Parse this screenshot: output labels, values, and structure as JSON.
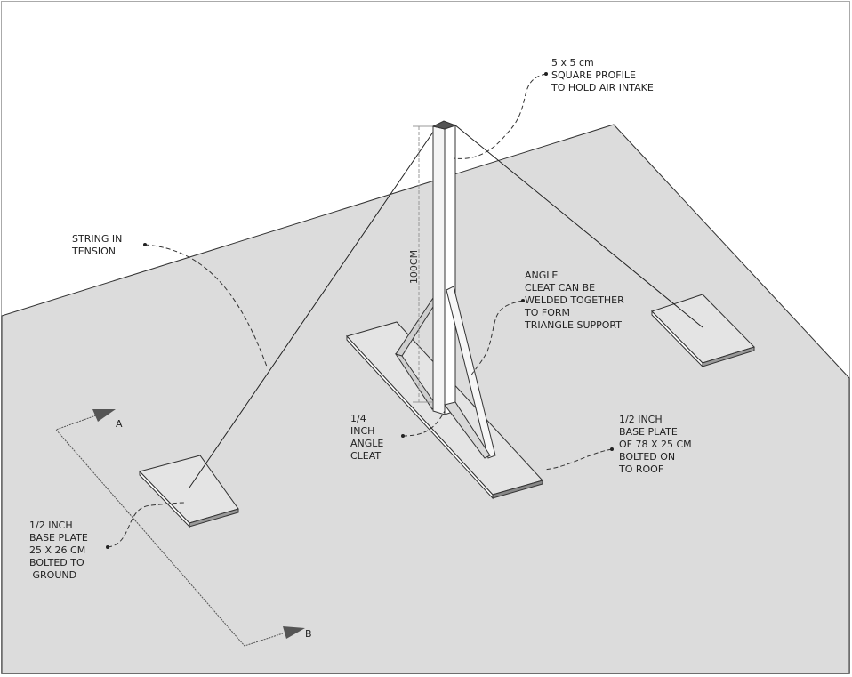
{
  "labels": {
    "profile": [
      "5 x 5 cm",
      "SQUARE PROFILE",
      "TO HOLD AIR INTAKE"
    ],
    "string": [
      "STRING IN",
      "TENSION"
    ],
    "angle_weld": [
      "ANGLE",
      "CLEAT CAN BE",
      "WELDED TOGETHER",
      "TO FORM",
      "TRIANGLE SUPPORT"
    ],
    "angle_cleat": [
      "1/4",
      "INCH",
      "ANGLE",
      "CLEAT"
    ],
    "main_plate": [
      "1/2 INCH",
      "BASE PLATE",
      "OF 78 X 25 CM",
      "BOLTED ON",
      "TO ROOF"
    ],
    "small_plate": [
      "1/2 INCH",
      "BASE PLATE",
      "25 X 26 CM",
      "BOLTED TO",
      " GROUND"
    ],
    "dimension": "100CM",
    "section_a": "A",
    "section_b": "B"
  },
  "colors": {
    "roof": "#dcdcdc",
    "line": "#333333",
    "paper": "#ffffff"
  }
}
